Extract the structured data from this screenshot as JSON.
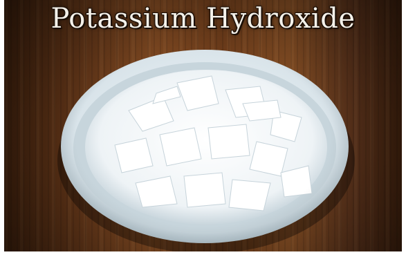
{
  "title": "Potassium Hydroxide",
  "photo": {
    "subject-icon": "white-flakes-in-bowl",
    "background": "wooden-table",
    "colors": {
      "wood": "#6b3b1a",
      "bowl": "#dfe9ee",
      "flakes": "#f4f8fa"
    }
  }
}
